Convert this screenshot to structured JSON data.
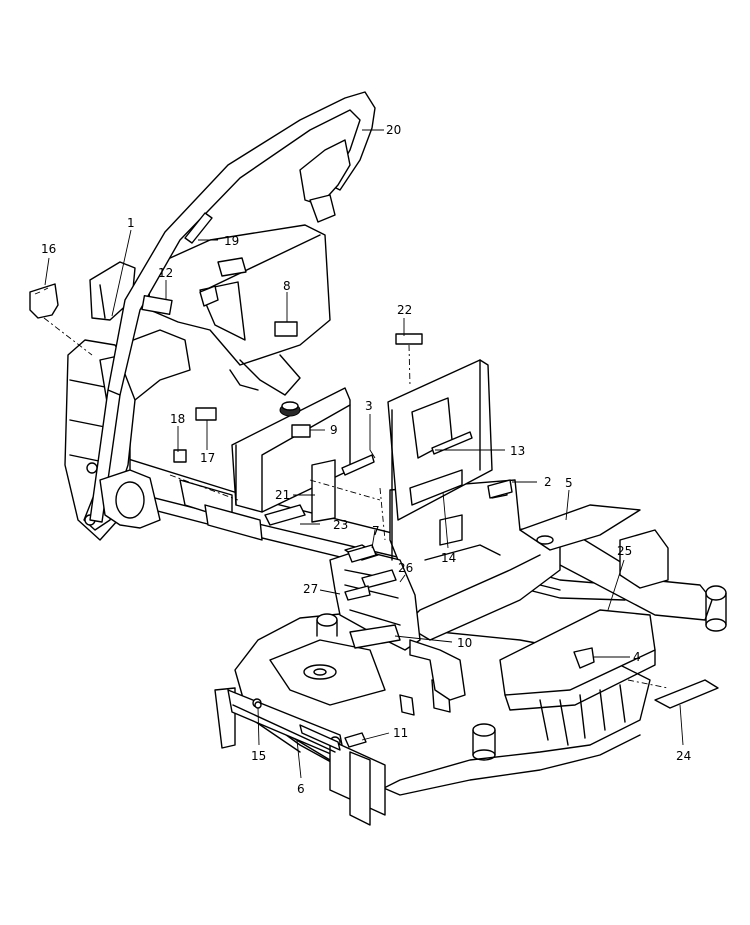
{
  "callouts": [
    {
      "num": "1"
    },
    {
      "num": "2"
    },
    {
      "num": "3"
    },
    {
      "num": "4"
    },
    {
      "num": "5"
    },
    {
      "num": "6"
    },
    {
      "num": "7"
    },
    {
      "num": "8"
    },
    {
      "num": "9"
    },
    {
      "num": "10"
    },
    {
      "num": "11"
    },
    {
      "num": "12"
    },
    {
      "num": "13"
    },
    {
      "num": "14"
    },
    {
      "num": "15"
    },
    {
      "num": "16"
    },
    {
      "num": "17"
    },
    {
      "num": "18"
    },
    {
      "num": "19"
    },
    {
      "num": "20"
    },
    {
      "num": "21"
    },
    {
      "num": "22"
    },
    {
      "num": "23"
    },
    {
      "num": "24"
    },
    {
      "num": "25"
    },
    {
      "num": "26"
    },
    {
      "num": "27"
    }
  ]
}
